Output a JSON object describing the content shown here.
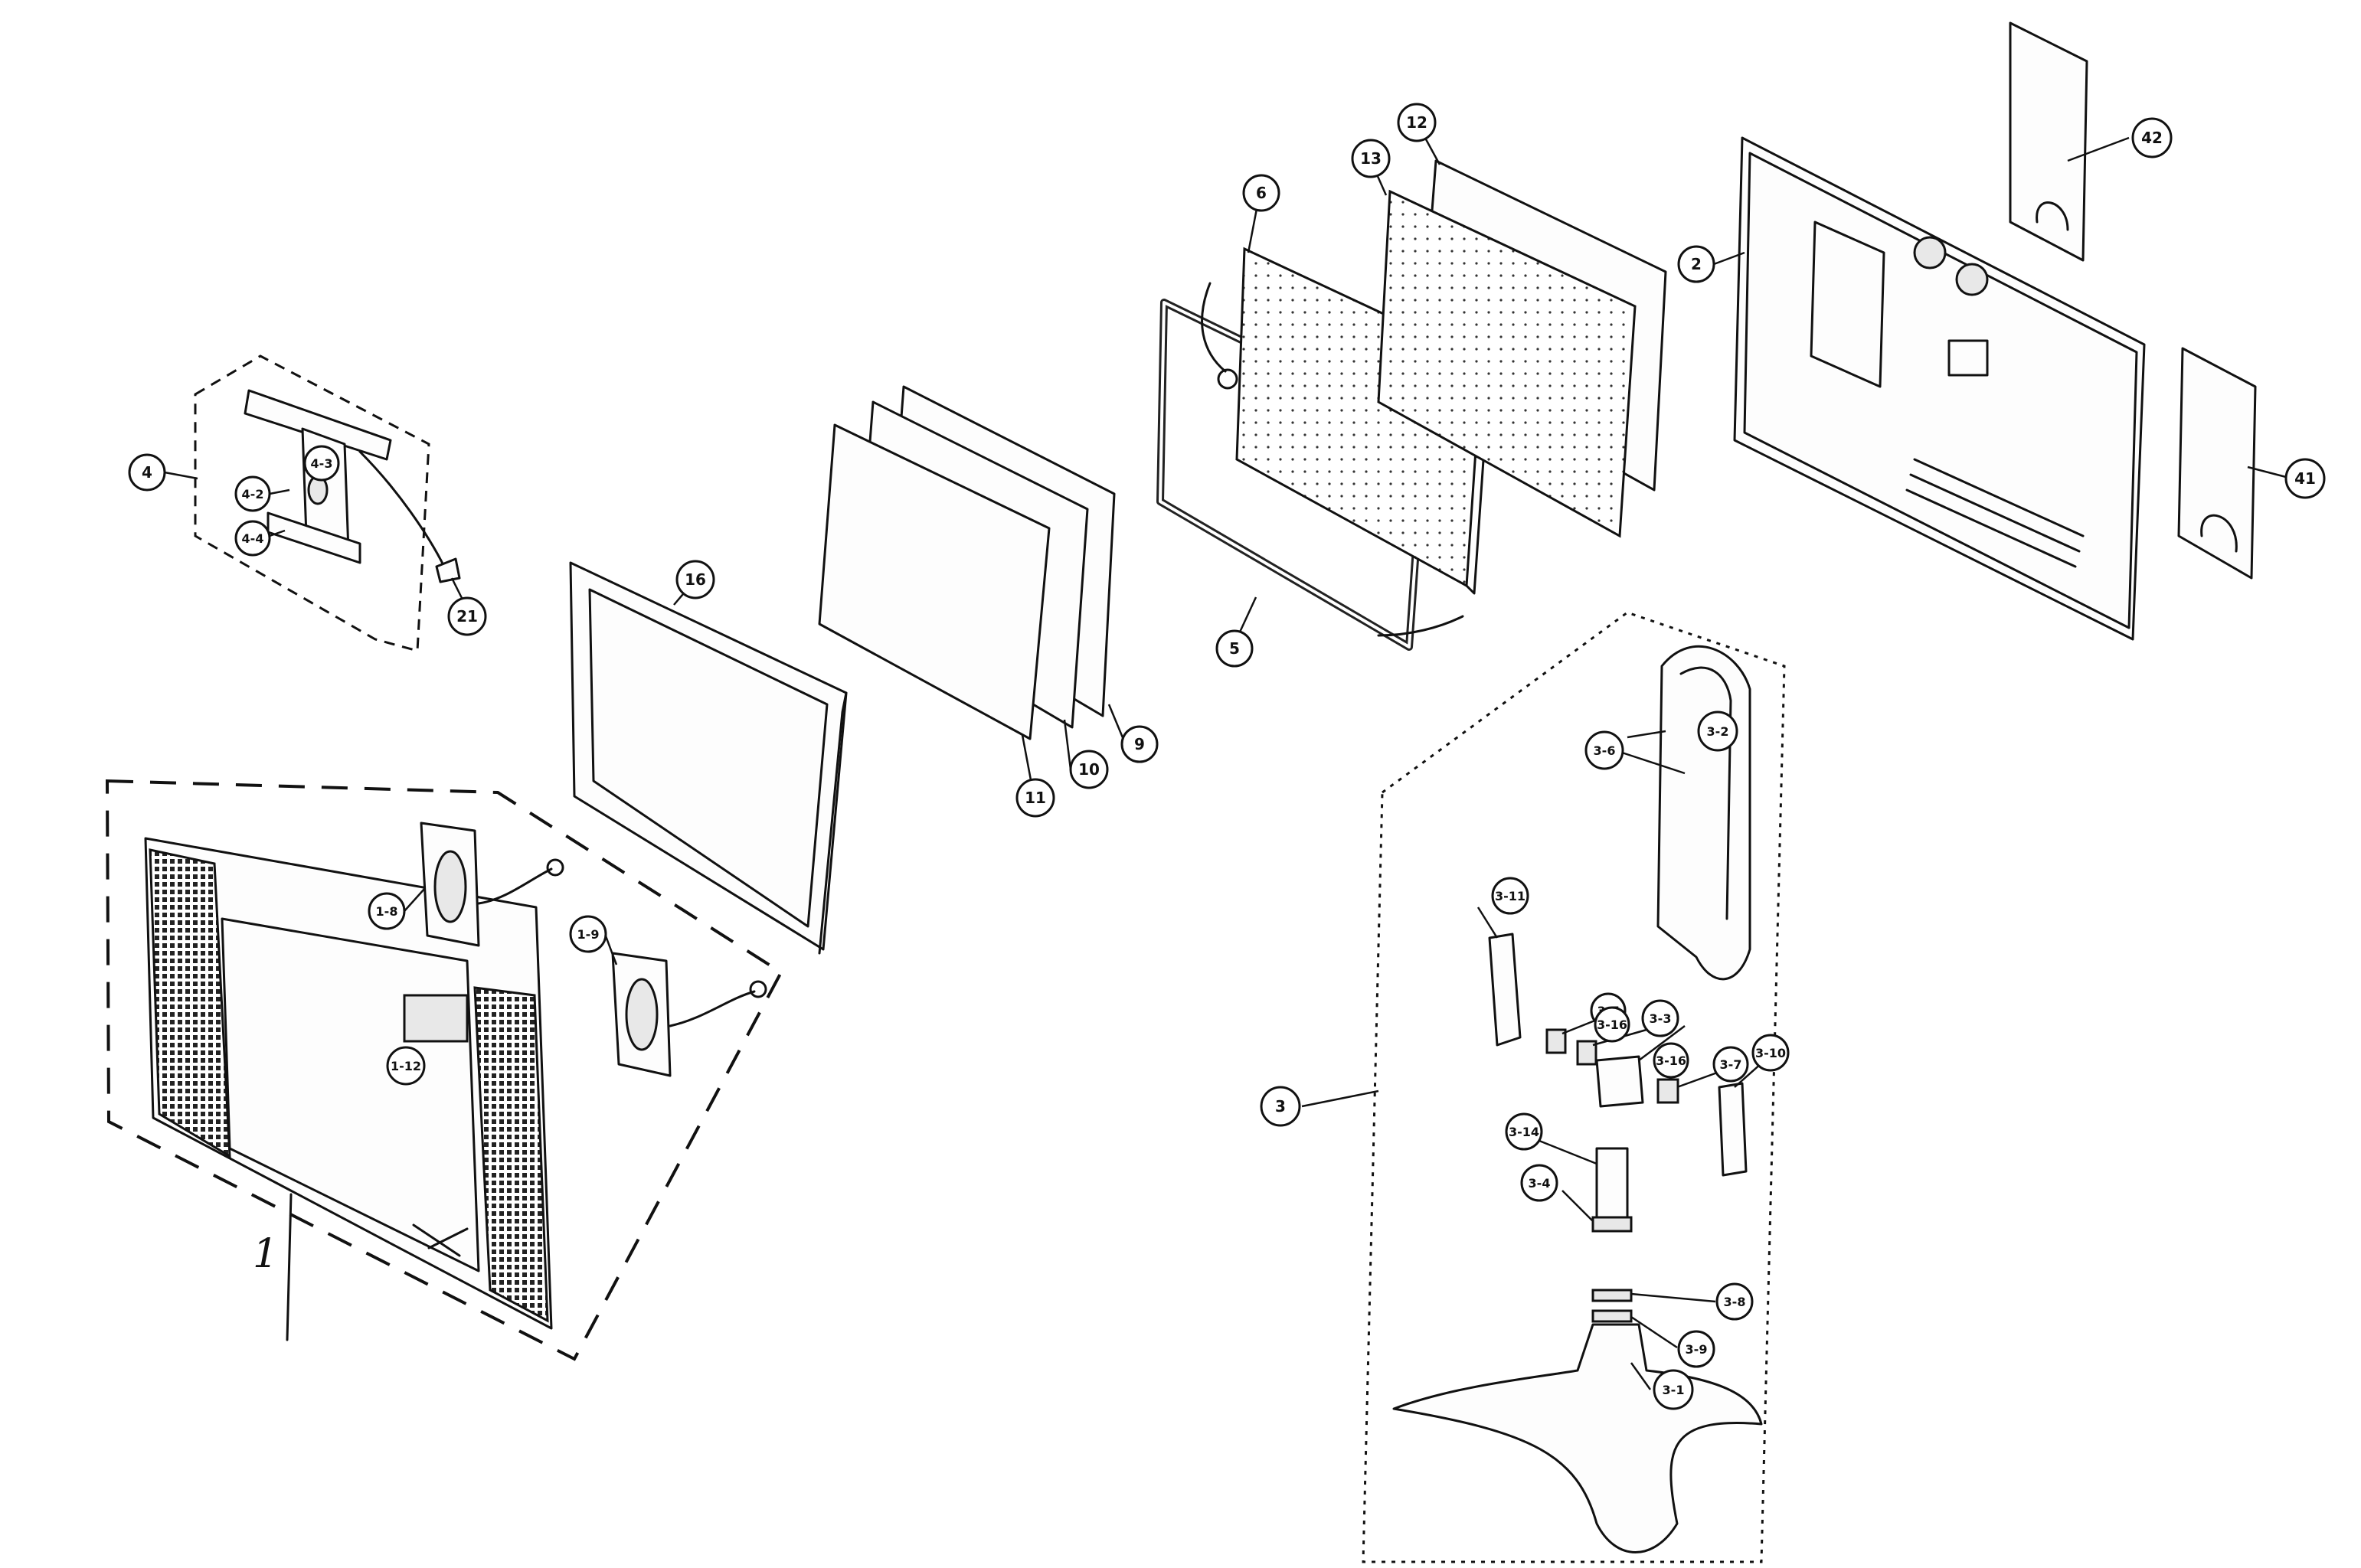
{
  "diagram": {
    "assembly_label": "1",
    "callouts": [
      {
        "id": "c-1-8",
        "label": "1-8"
      },
      {
        "id": "c-1-9",
        "label": "1-9"
      },
      {
        "id": "c-1-12",
        "label": "1-12"
      },
      {
        "id": "c-2",
        "label": "2"
      },
      {
        "id": "c-3",
        "label": "3"
      },
      {
        "id": "c-3-1",
        "label": "3-1"
      },
      {
        "id": "c-3-2",
        "label": "3-2"
      },
      {
        "id": "c-3-3",
        "label": "3-3"
      },
      {
        "id": "c-3-4",
        "label": "3-4"
      },
      {
        "id": "c-3-6",
        "label": "3-6"
      },
      {
        "id": "c-3-7a",
        "label": "3-7"
      },
      {
        "id": "c-3-7b",
        "label": "3-7"
      },
      {
        "id": "c-3-8",
        "label": "3-8"
      },
      {
        "id": "c-3-9",
        "label": "3-9"
      },
      {
        "id": "c-3-10",
        "label": "3-10"
      },
      {
        "id": "c-3-11",
        "label": "3-11"
      },
      {
        "id": "c-3-14",
        "label": "3-14"
      },
      {
        "id": "c-3-16a",
        "label": "3-16"
      },
      {
        "id": "c-3-16b",
        "label": "3-16"
      },
      {
        "id": "c-4",
        "label": "4"
      },
      {
        "id": "c-4-2",
        "label": "4-2"
      },
      {
        "id": "c-4-3",
        "label": "4-3"
      },
      {
        "id": "c-4-4",
        "label": "4-4"
      },
      {
        "id": "c-5",
        "label": "5"
      },
      {
        "id": "c-6",
        "label": "6"
      },
      {
        "id": "c-9",
        "label": "9"
      },
      {
        "id": "c-10",
        "label": "10"
      },
      {
        "id": "c-11",
        "label": "11"
      },
      {
        "id": "c-12",
        "label": "12"
      },
      {
        "id": "c-13",
        "label": "13"
      },
      {
        "id": "c-16",
        "label": "16"
      },
      {
        "id": "c-21",
        "label": "21"
      },
      {
        "id": "c-41",
        "label": "41"
      },
      {
        "id": "c-42",
        "label": "42"
      }
    ]
  }
}
